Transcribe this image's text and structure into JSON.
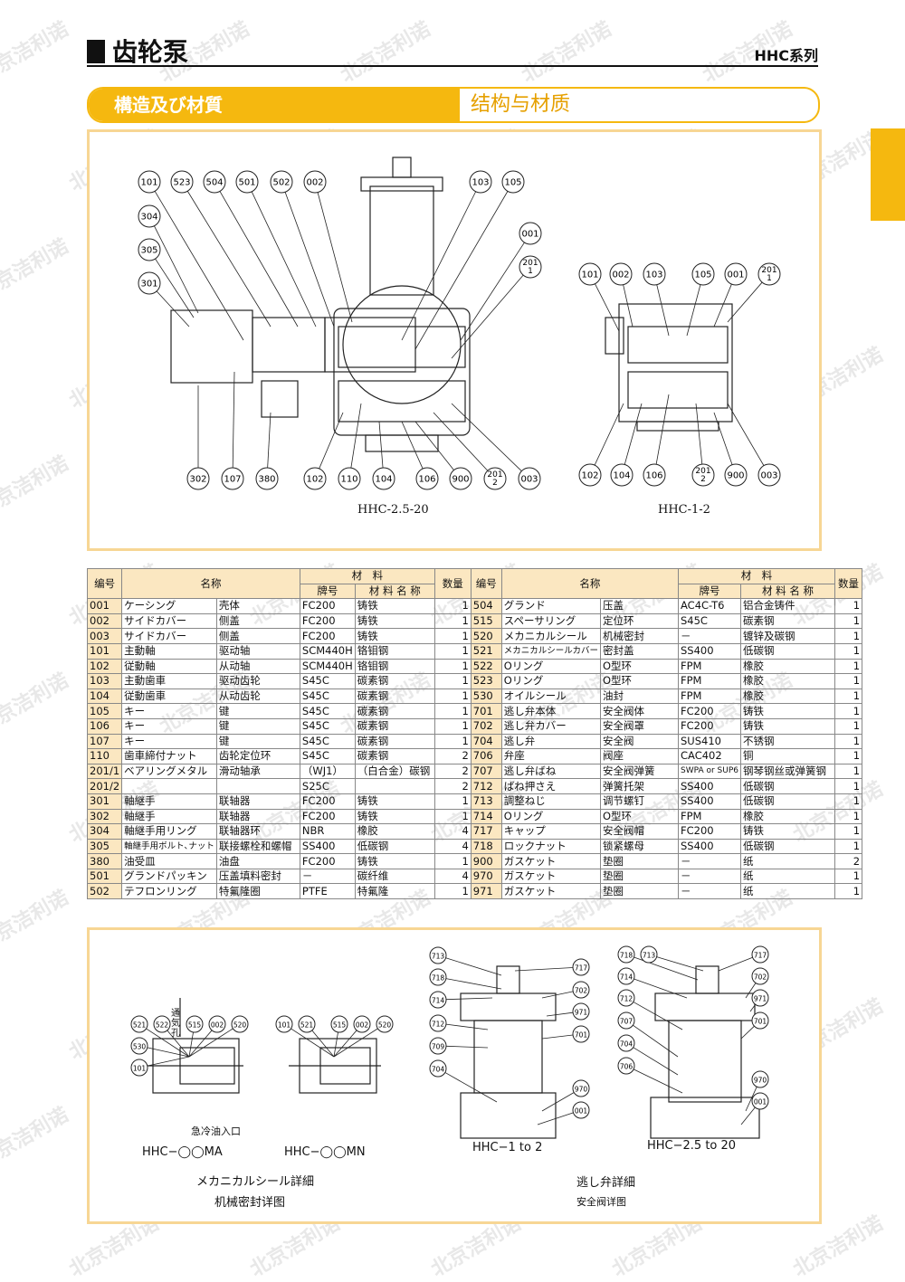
{
  "header": {
    "title": "齿轮泵",
    "series": "HHC系列"
  },
  "banner": {
    "jp": "構造及び材質",
    "cn": "结构与材质"
  },
  "watermark": "北京洁利诺",
  "fig1": {
    "caption": "HHC-2.5-20",
    "labels_top": [
      "101",
      "523",
      "504",
      "501",
      "502",
      "002",
      "103",
      "105"
    ],
    "labels_left": [
      "304",
      "305",
      "301"
    ],
    "labels_right": [
      "001",
      "201/1"
    ],
    "labels_bottom": [
      "302",
      "107",
      "380",
      "102",
      "110",
      "104",
      "106",
      "900",
      "201/2",
      "003"
    ]
  },
  "fig2": {
    "caption": "HHC-1-2",
    "labels_top": [
      "101",
      "002",
      "103",
      "105",
      "001",
      "201/1"
    ],
    "labels_bottom": [
      "102",
      "104",
      "106",
      "201/2",
      "900",
      "003"
    ]
  },
  "table": {
    "headers": {
      "no": "编号",
      "name": "名称",
      "material": "材　料",
      "brand": "牌号",
      "matname": "材 料 名 称",
      "qty": "数量"
    },
    "left": [
      {
        "no": "001",
        "jp": "ケーシング",
        "cn": "壳体",
        "brand": "FC200",
        "mat": "铸铁",
        "qty": "1"
      },
      {
        "no": "002",
        "jp": "サイドカバー",
        "cn": "侧盖",
        "brand": "FC200",
        "mat": "铸铁",
        "qty": "1"
      },
      {
        "no": "003",
        "jp": "サイドカバー",
        "cn": "侧盖",
        "brand": "FC200",
        "mat": "铸铁",
        "qty": "1"
      },
      {
        "no": "101",
        "jp": "主動軸",
        "cn": "驱动轴",
        "brand": "SCM440H",
        "mat": "铬钼钢",
        "qty": "1"
      },
      {
        "no": "102",
        "jp": "従動軸",
        "cn": "从动轴",
        "brand": "SCM440H",
        "mat": "铬钼钢",
        "qty": "1"
      },
      {
        "no": "103",
        "jp": "主動歯車",
        "cn": "驱动齿轮",
        "brand": "S45C",
        "mat": "碳素钢",
        "qty": "1"
      },
      {
        "no": "104",
        "jp": "従動歯車",
        "cn": "从动齿轮",
        "brand": "S45C",
        "mat": "碳素钢",
        "qty": "1"
      },
      {
        "no": "105",
        "jp": "キー",
        "cn": "键",
        "brand": "S45C",
        "mat": "碳素钢",
        "qty": "1"
      },
      {
        "no": "106",
        "jp": "キー",
        "cn": "键",
        "brand": "S45C",
        "mat": "碳素钢",
        "qty": "1"
      },
      {
        "no": "107",
        "jp": "キー",
        "cn": "键",
        "brand": "S45C",
        "mat": "碳素钢",
        "qty": "1"
      },
      {
        "no": "110",
        "jp": "歯車締付ナット",
        "cn": "齿轮定位环",
        "brand": "S45C",
        "mat": "碳素钢",
        "qty": "2"
      },
      {
        "no": "201/1",
        "jp": "ベアリングメタル",
        "cn": "滑动轴承",
        "brand": "（WJ1）",
        "mat": "（白合金）碳钢",
        "qty": "2"
      },
      {
        "no": "201/2",
        "jp": "",
        "cn": "",
        "brand": "S25C",
        "mat": "",
        "qty": "2"
      },
      {
        "no": "301",
        "jp": "軸継手",
        "cn": "联轴器",
        "brand": "FC200",
        "mat": "铸铁",
        "qty": "1"
      },
      {
        "no": "302",
        "jp": "軸継手",
        "cn": "联轴器",
        "brand": "FC200",
        "mat": "铸铁",
        "qty": "1"
      },
      {
        "no": "304",
        "jp": "軸継手用リング",
        "cn": "联轴器环",
        "brand": "NBR",
        "mat": "橡胶",
        "qty": "4"
      },
      {
        "no": "305",
        "jp": "軸継手用ボルト､ナット",
        "cn": "联接螺栓和螺帽",
        "brand": "SS400",
        "mat": "低碳钢",
        "qty": "4"
      },
      {
        "no": "380",
        "jp": "油受皿",
        "cn": "油盘",
        "brand": "FC200",
        "mat": "铸铁",
        "qty": "1"
      },
      {
        "no": "501",
        "jp": "グランドパッキン",
        "cn": "压盖填料密封",
        "brand": "－",
        "mat": "碳纤维",
        "qty": "4"
      },
      {
        "no": "502",
        "jp": "テフロンリング",
        "cn": "特氟隆圈",
        "brand": "PTFE",
        "mat": "特氟隆",
        "qty": "1"
      }
    ],
    "right": [
      {
        "no": "504",
        "jp": "グランド",
        "cn": "压盖",
        "brand": "AC4C-T6",
        "mat": "铝合金铸件",
        "qty": "1"
      },
      {
        "no": "515",
        "jp": "スペーサリング",
        "cn": "定位环",
        "brand": "S45C",
        "mat": "碳素钢",
        "qty": "1"
      },
      {
        "no": "520",
        "jp": "メカニカルシール",
        "cn": "机械密封",
        "brand": "－",
        "mat": "镀锌及碳钢",
        "qty": "1"
      },
      {
        "no": "521",
        "jp": "メカニカルシールカバー",
        "cn": "密封盖",
        "brand": "SS400",
        "mat": "低碳钢",
        "qty": "1"
      },
      {
        "no": "522",
        "jp": "Oリング",
        "cn": "O型环",
        "brand": "FPM",
        "mat": "橡胶",
        "qty": "1"
      },
      {
        "no": "523",
        "jp": "Oリング",
        "cn": "O型环",
        "brand": "FPM",
        "mat": "橡胶",
        "qty": "1"
      },
      {
        "no": "530",
        "jp": "オイルシール",
        "cn": "油封",
        "brand": "FPM",
        "mat": "橡胶",
        "qty": "1"
      },
      {
        "no": "701",
        "jp": "逃し弁本体",
        "cn": "安全阀体",
        "brand": "FC200",
        "mat": "铸铁",
        "qty": "1"
      },
      {
        "no": "702",
        "jp": "逃し弁カバー",
        "cn": "安全阀罩",
        "brand": "FC200",
        "mat": "铸铁",
        "qty": "1"
      },
      {
        "no": "704",
        "jp": "逃し弁",
        "cn": "安全阀",
        "brand": "SUS410",
        "mat": "不锈钢",
        "qty": "1"
      },
      {
        "no": "706",
        "jp": "弁座",
        "cn": "阀座",
        "brand": "CAC402",
        "mat": "铜",
        "qty": "1"
      },
      {
        "no": "707",
        "jp": "逃し弁ばね",
        "cn": "安全阀弹簧",
        "brand": "SWPA or SUP6",
        "mat": "钢琴钢丝或弹簧钢",
        "qty": "1"
      },
      {
        "no": "712",
        "jp": "ばね押さえ",
        "cn": "弹簧托架",
        "brand": "SS400",
        "mat": "低碳钢",
        "qty": "1"
      },
      {
        "no": "713",
        "jp": "調整ねじ",
        "cn": "调节螺钉",
        "brand": "SS400",
        "mat": "低碳钢",
        "qty": "1"
      },
      {
        "no": "714",
        "jp": "Oリング",
        "cn": "O型环",
        "brand": "FPM",
        "mat": "橡胶",
        "qty": "1"
      },
      {
        "no": "717",
        "jp": "キャップ",
        "cn": "安全阀帽",
        "brand": "FC200",
        "mat": "铸铁",
        "qty": "1"
      },
      {
        "no": "718",
        "jp": "ロックナット",
        "cn": "锁紧螺母",
        "brand": "SS400",
        "mat": "低碳钢",
        "qty": "1"
      },
      {
        "no": "900",
        "jp": "ガスケット",
        "cn": "垫圈",
        "brand": "－",
        "mat": "纸",
        "qty": "2"
      },
      {
        "no": "970",
        "jp": "ガスケット",
        "cn": "垫圈",
        "brand": "－",
        "mat": "纸",
        "qty": "1"
      },
      {
        "no": "971",
        "jp": "ガスケット",
        "cn": "垫圈",
        "brand": "－",
        "mat": "纸",
        "qty": "1"
      }
    ]
  },
  "detail": {
    "ma_caption": "HHC−◯◯MA",
    "mn_caption": "HHC−◯◯MN",
    "vent": "通気孔",
    "quench": "急冷油入口",
    "ma_labels": [
      "521",
      "522",
      "515",
      "002",
      "520",
      "530",
      "101"
    ],
    "mn_labels": [
      "101",
      "521",
      "515",
      "002",
      "520"
    ],
    "seal_jp": "メカニカルシール詳細",
    "seal_cn": "机械密封详图",
    "v1_caption": "HHC−1 to 2",
    "v2_caption": "HHC−2.5 to 20",
    "v1_labels": [
      "713",
      "718",
      "714",
      "712",
      "709",
      "704",
      "717",
      "702",
      "971",
      "701",
      "970",
      "001"
    ],
    "v2_labels": [
      "718",
      "713",
      "714",
      "712",
      "707",
      "704",
      "706",
      "717",
      "702",
      "971",
      "701",
      "970",
      "001"
    ],
    "valve_jp": "逃し弁詳細",
    "valve_cn": "安全阀详图"
  }
}
